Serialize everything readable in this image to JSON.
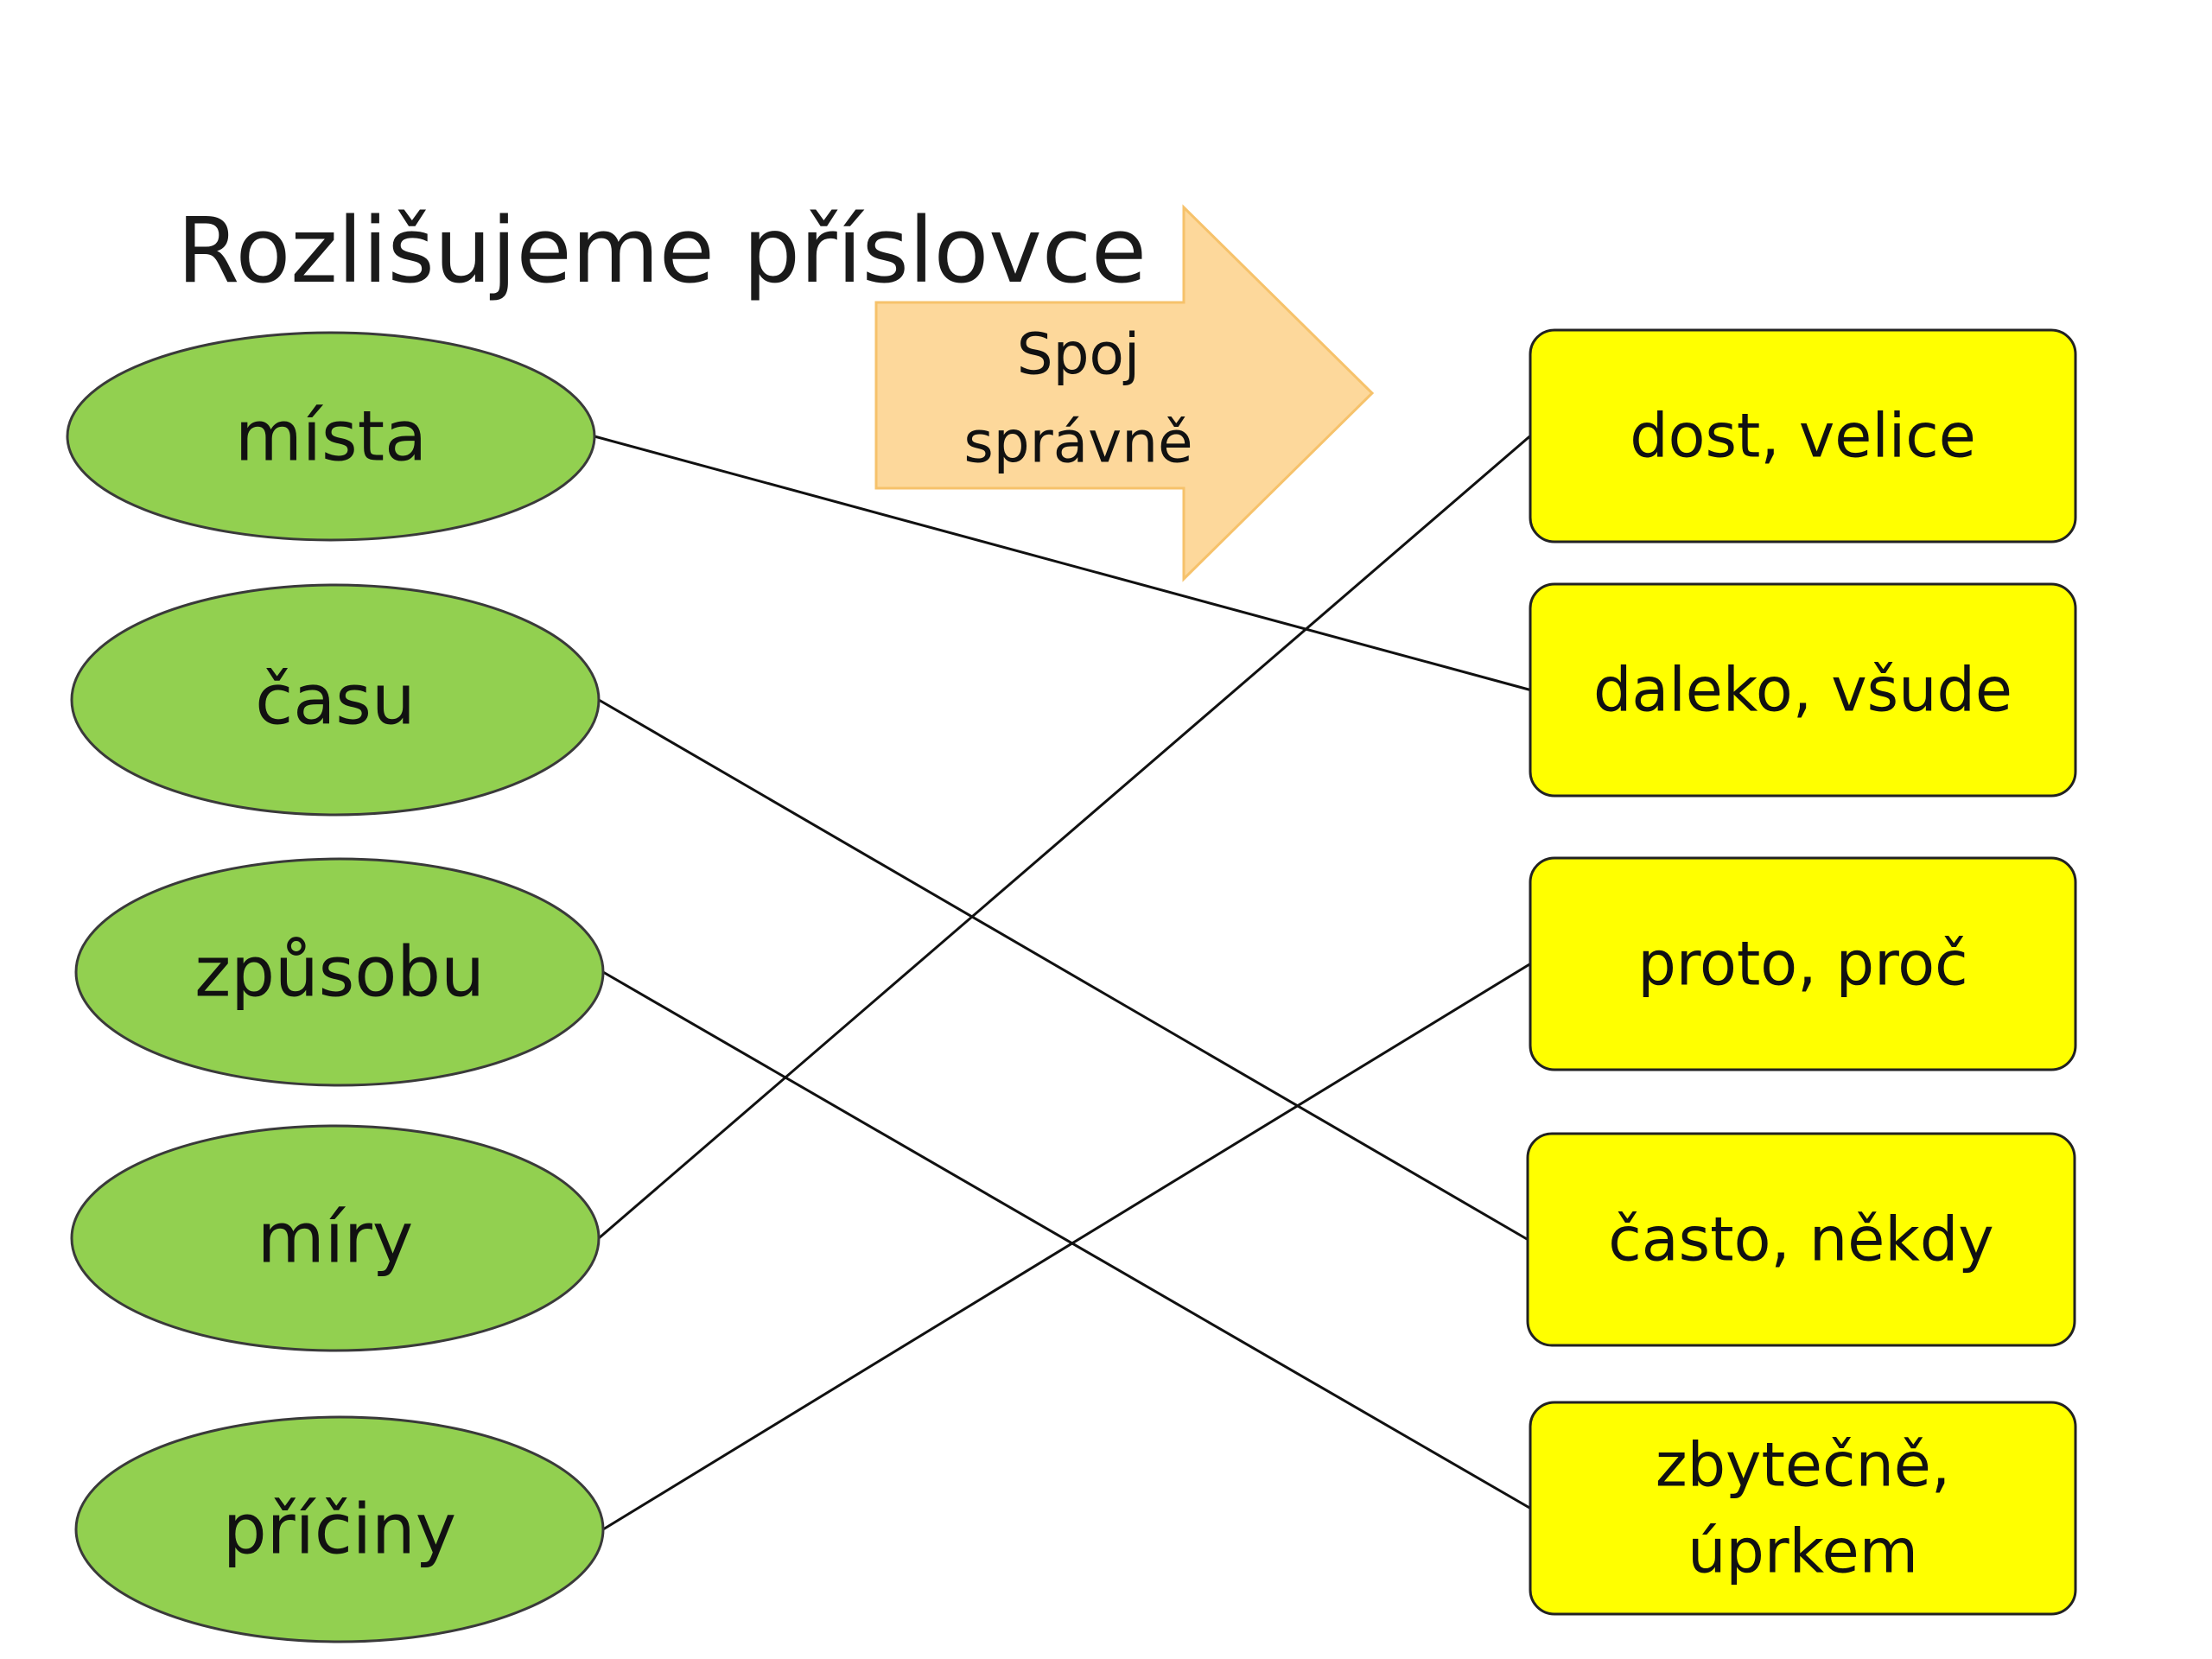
{
  "title": "Rozlišujeme příslovce",
  "arrow_label": [
    "Spoj",
    "správně"
  ],
  "left_nodes": [
    {
      "id": "mista",
      "label": "místa"
    },
    {
      "id": "casu",
      "label": "času"
    },
    {
      "id": "zpusobu",
      "label": "způsobu"
    },
    {
      "id": "miry",
      "label": "míry"
    },
    {
      "id": "priciny",
      "label": "příčiny"
    }
  ],
  "right_nodes": [
    {
      "id": "dost",
      "lines": [
        "dost, velice"
      ]
    },
    {
      "id": "daleko",
      "lines": [
        "daleko, všude"
      ]
    },
    {
      "id": "proto",
      "lines": [
        "proto, proč"
      ]
    },
    {
      "id": "casto",
      "lines": [
        "často, někdy"
      ]
    },
    {
      "id": "zbytecne",
      "lines": [
        "zbytečně,",
        "úprkem"
      ]
    }
  ],
  "connections": [
    {
      "from": "mista",
      "to": "daleko"
    },
    {
      "from": "casu",
      "to": "casto"
    },
    {
      "from": "zpusobu",
      "to": "zbytecne"
    },
    {
      "from": "miry",
      "to": "dost"
    },
    {
      "from": "priciny",
      "to": "proto"
    }
  ],
  "colors": {
    "ellipse_fill": "#92d050",
    "ellipse_stroke": "#3a3a3a",
    "box_fill": "#ffff00",
    "box_stroke": "#222222",
    "arrow_fill": "#fdd89b",
    "arrow_stroke": "#f6c26b",
    "line": "#111111"
  }
}
